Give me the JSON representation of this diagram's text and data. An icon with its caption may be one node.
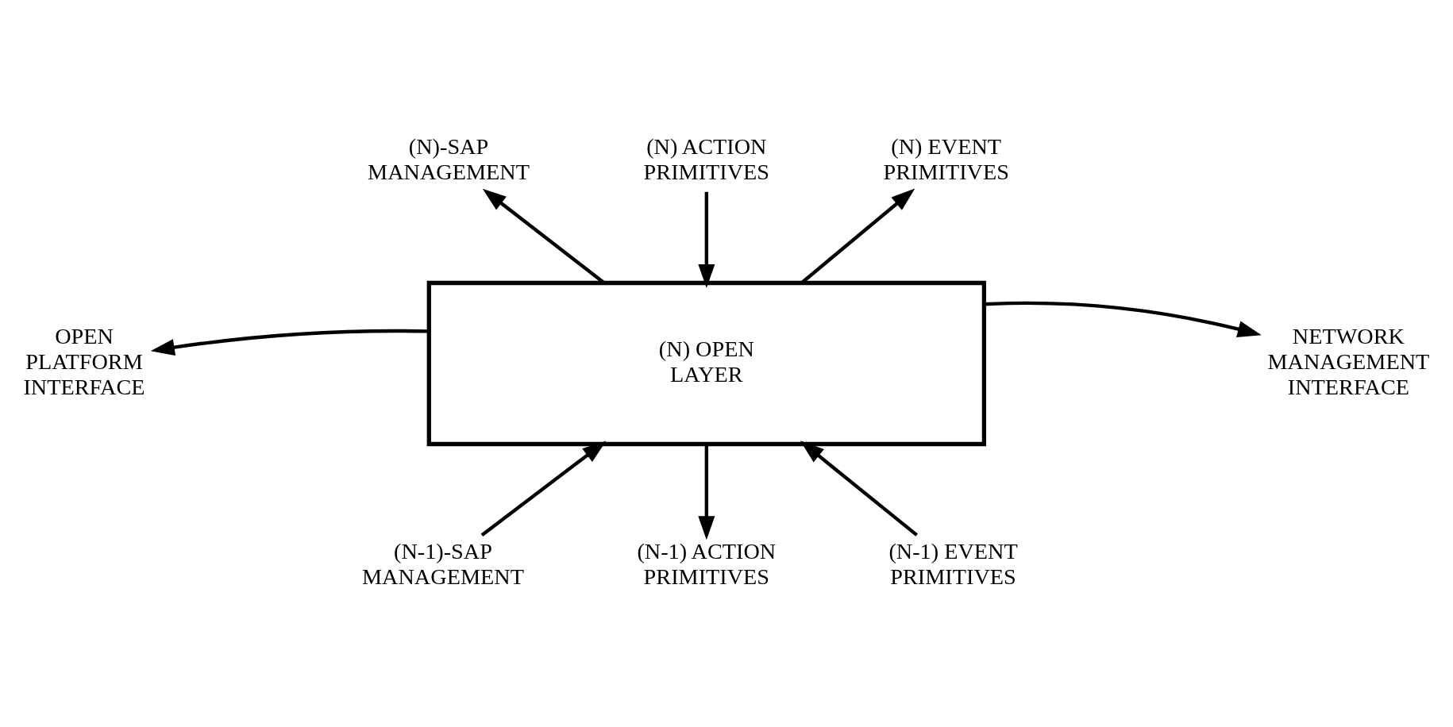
{
  "diagram": {
    "nodes": [
      {
        "text": [
          "(N)-SAP MANAGEMENT"
        ]
      },
      {
        "text": [
          "(N) ACTION PRIMITIVES"
        ]
      },
      {
        "text": [
          "(N) EVENT PRIMITIVES"
        ]
      },
      {
        "text": [
          "OPEN PLATFORM INTERFACE"
        ]
      },
      {
        "text": [
          "(N) OPEN LAYER"
        ]
      },
      {
        "text": [
          "NETWORK MANAGEMENT INTERFACE"
        ]
      },
      {
        "text": [
          "(N-1)-SAP MANAGEMENT"
        ]
      },
      {
        "text": [
          "(N-1) ACTION PRIMITIVES"
        ]
      },
      {
        "text": [
          "(N-1) EVENT PRIMITIVES"
        ]
      }
    ],
    "edges": [
      {
        "from": 4,
        "to": 0,
        "arrow": "to"
      },
      {
        "from": 1,
        "to": 4,
        "arrow": "to"
      },
      {
        "from": 4,
        "to": 2,
        "arrow": "to"
      },
      {
        "from": 4,
        "to": 3,
        "arrow": "to"
      },
      {
        "from": 4,
        "to": 5,
        "arrow": "to"
      },
      {
        "from": 6,
        "to": 4,
        "arrow": "to"
      },
      {
        "from": 4,
        "to": 7,
        "arrow": "to"
      },
      {
        "from": 8,
        "to": 4,
        "arrow": "to"
      }
    ]
  }
}
